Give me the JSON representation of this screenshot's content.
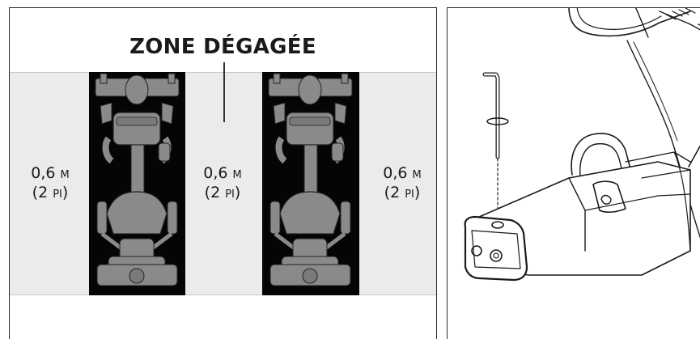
{
  "left_panel": {
    "title": "ZONE DÉGAGÉE",
    "clearances": [
      {
        "value": "0,6",
        "unit": "m",
        "alt_value": "(2",
        "alt_unit": "pi",
        "alt_close": ")"
      },
      {
        "value": "0,6",
        "unit": "m",
        "alt_value": "(2",
        "alt_unit": "pi",
        "alt_close": ")"
      },
      {
        "value": "0,6",
        "unit": "m",
        "alt_value": "(2",
        "alt_unit": "pi",
        "alt_close": ")"
      }
    ],
    "colors": {
      "clear_zone": "#ebebeb",
      "machine_base": "#050505",
      "machine_body": "#8a8a8a"
    }
  },
  "right_panel": {
    "illustration": "hex-key-inserted-into-machine-base"
  }
}
